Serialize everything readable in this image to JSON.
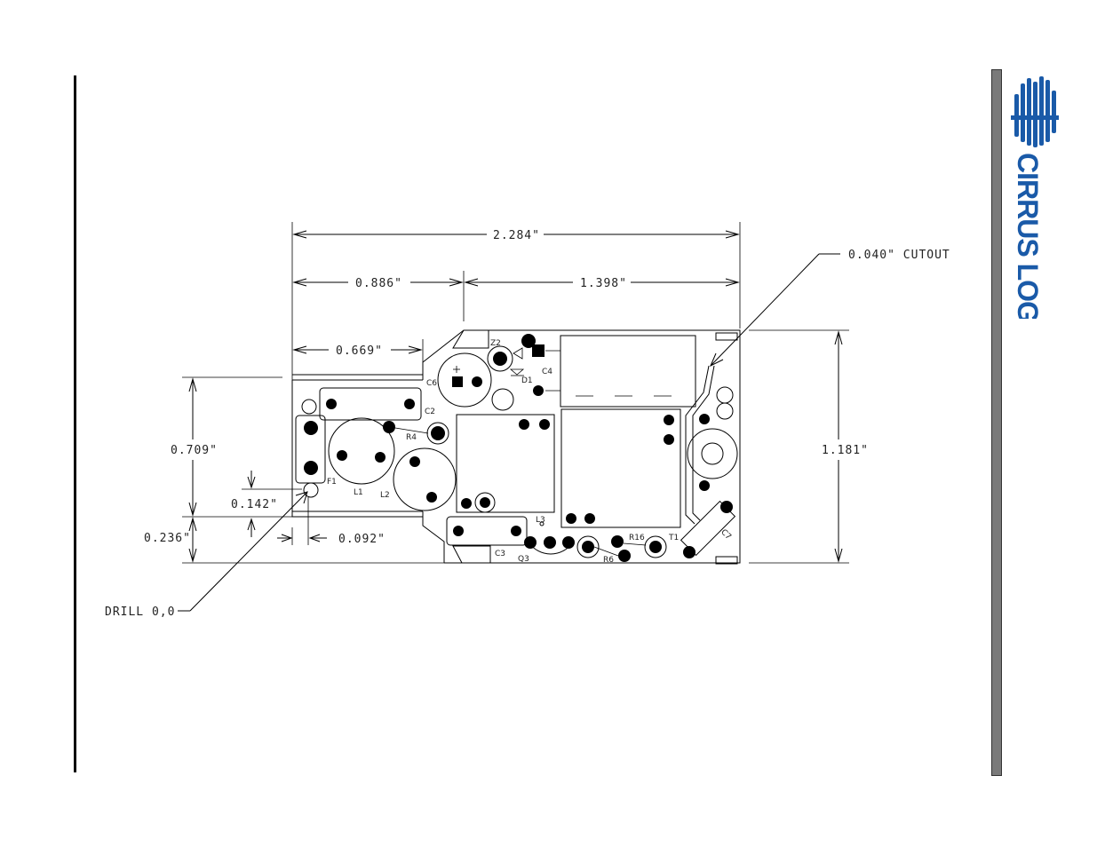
{
  "dimensions": {
    "overall_width": "2.284\"",
    "left_width": "0.886\"",
    "right_width": "1.398\"",
    "cutout": "0.040\" CUTOUT",
    "inner_width": "0.669\"",
    "left_height": "0.709\"",
    "overall_height": "1.181\"",
    "drill_offset_y": "0.142\"",
    "bottom_offset": "0.236\"",
    "drill_offset_x": "0.092\"",
    "drill_origin": "DRILL 0,0"
  },
  "refdes": {
    "z2": "Z2",
    "c4": "C4",
    "c6": "C6",
    "d1": "D1",
    "c2": "C2",
    "r4": "R4",
    "f1": "F1",
    "l1": "L1",
    "l2": "L2",
    "l3": "L3",
    "c3": "C3",
    "q3": "Q3",
    "r16": "R16",
    "r6": "R6",
    "t1": "T1",
    "c7": "C7"
  },
  "logo": {
    "brand": "CIRRUS LOGIC",
    "brand_color": "#1a5aa8"
  }
}
